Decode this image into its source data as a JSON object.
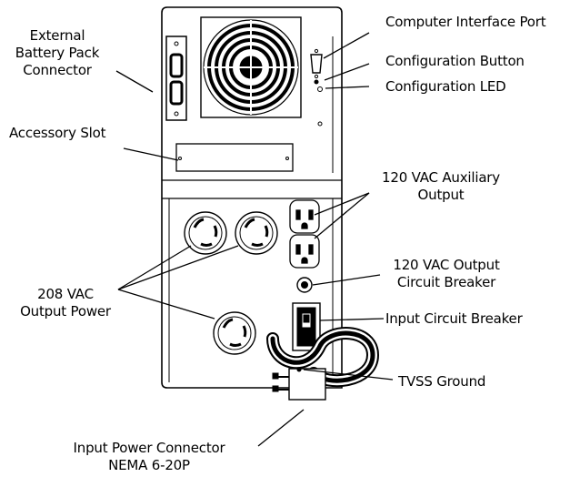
{
  "labels": {
    "external_battery": [
      "External",
      "Battery Pack",
      "Connector"
    ],
    "computer_interface_port": "Computer Interface Port",
    "configuration_button": "Configuration Button",
    "configuration_led": "Configuration LED",
    "accessory_slot": "Accessory Slot",
    "aux_output": [
      "120 VAC Auxiliary",
      "Output"
    ],
    "output_power_208": [
      "208 VAC",
      "Output Power"
    ],
    "output_breaker_120": [
      "120 VAC Output",
      "Circuit Breaker"
    ],
    "input_breaker": "Input Circuit Breaker",
    "tvss_ground": "TVSS Ground",
    "input_power_connector": [
      "Input Power Connector",
      "NEMA 6-20P"
    ]
  }
}
